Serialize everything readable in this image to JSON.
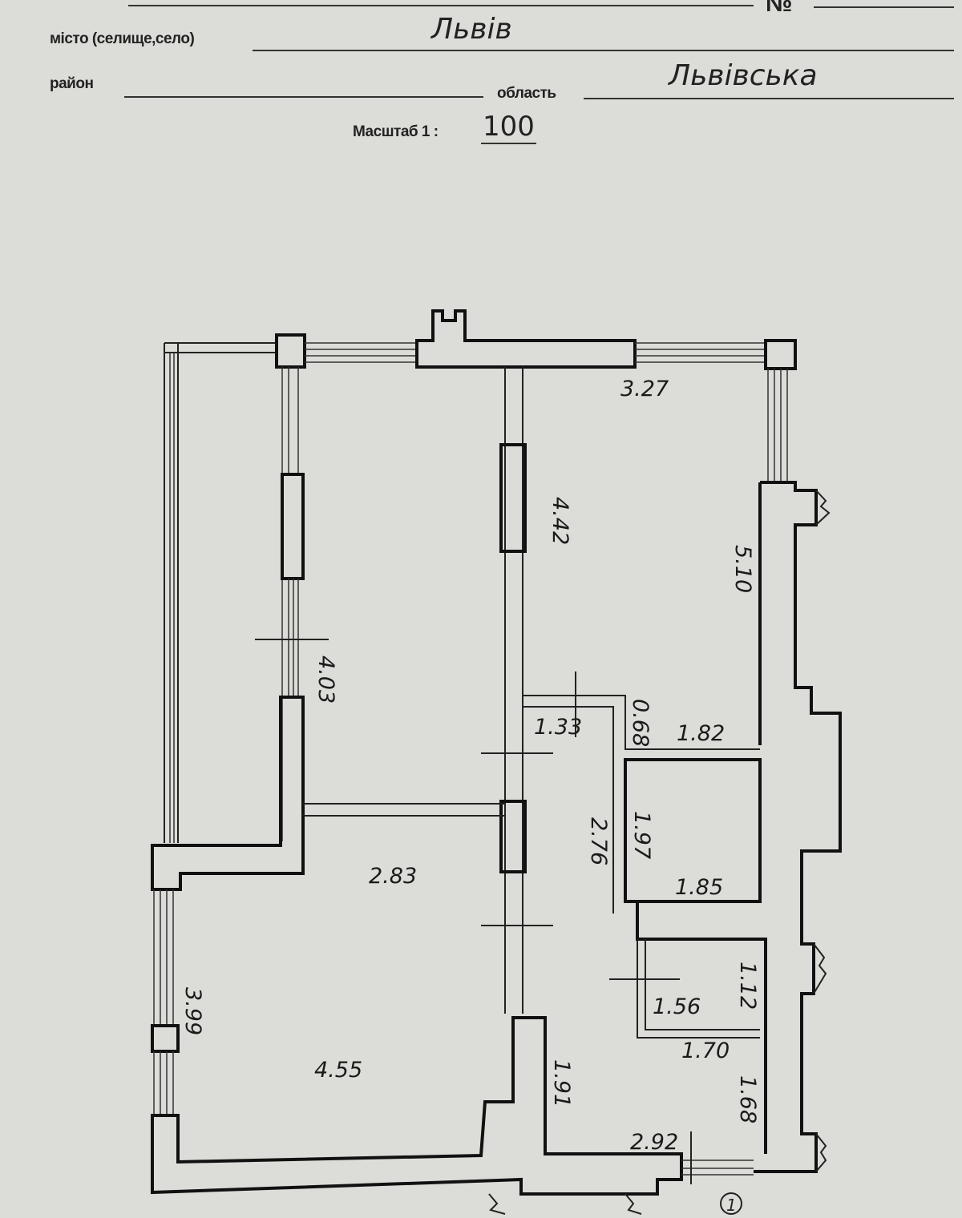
{
  "header": {
    "city_label": "місто (селище,село)",
    "city_value": "Львів",
    "district_label": "район",
    "region_label": "область",
    "region_value": "Львівська",
    "scale_label": "Масштаб 1 :",
    "scale_value": "100",
    "number_label": "№"
  },
  "dimensions": {
    "d_327": "3.27",
    "d_442": "4.42",
    "d_510": "5.10",
    "d_403": "4.03",
    "d_133": "1.33",
    "d_068": "0.68",
    "d_182": "1.82",
    "d_276": "2.76",
    "d_197": "1.97",
    "d_185": "1.85",
    "d_283": "2.83",
    "d_399": "3.99",
    "d_455": "4.55",
    "d_156": "1.56",
    "d_112": "1.12",
    "d_170": "1.70",
    "d_191": "1.91",
    "d_168": "1.68",
    "d_292": "2.92"
  },
  "axis_marker": "1"
}
